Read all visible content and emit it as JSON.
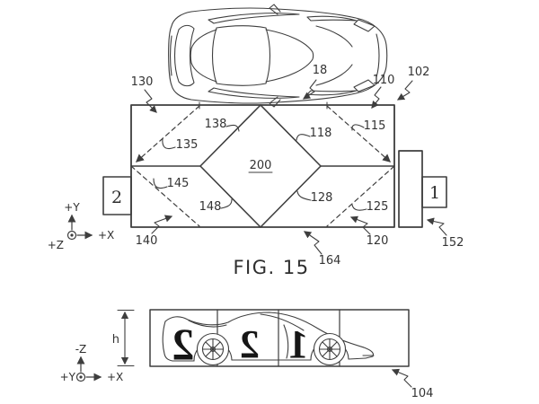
{
  "colors": {
    "ink": "#3e3e3e",
    "digit_ink": "#161616",
    "background": "#ffffff"
  },
  "caption": {
    "text": "FIG. 15"
  },
  "top_view": {
    "labels": {
      "l130": "130",
      "l18": "18",
      "l110": "110",
      "l102": "102",
      "l115": "115",
      "l135": "135",
      "l138": "138",
      "l118": "118",
      "l145": "145",
      "l148": "148",
      "l128": "128",
      "l125": "125",
      "l140": "140",
      "l120": "120",
      "l164": "164",
      "l152": "152",
      "l200": "200"
    },
    "port_left": "2",
    "port_right": "1",
    "axes": {
      "up": "+Y",
      "right": "+X",
      "out": "+Z"
    }
  },
  "side_view": {
    "label_104": "104",
    "height_dim": "h",
    "car_number": [
      "2",
      "2",
      "1"
    ],
    "axes": {
      "up": "-Z",
      "right": "+X",
      "out": "+Y"
    }
  }
}
